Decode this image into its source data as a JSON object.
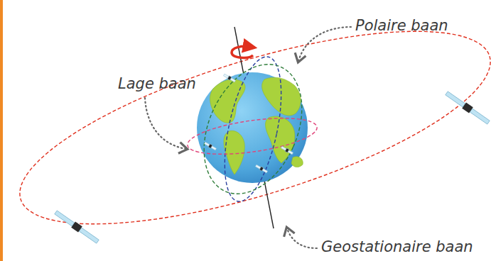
{
  "diagram": {
    "labels": [
      "Polaire baan",
      "Lage baan",
      "Geostationaire baan"
    ]
  }
}
